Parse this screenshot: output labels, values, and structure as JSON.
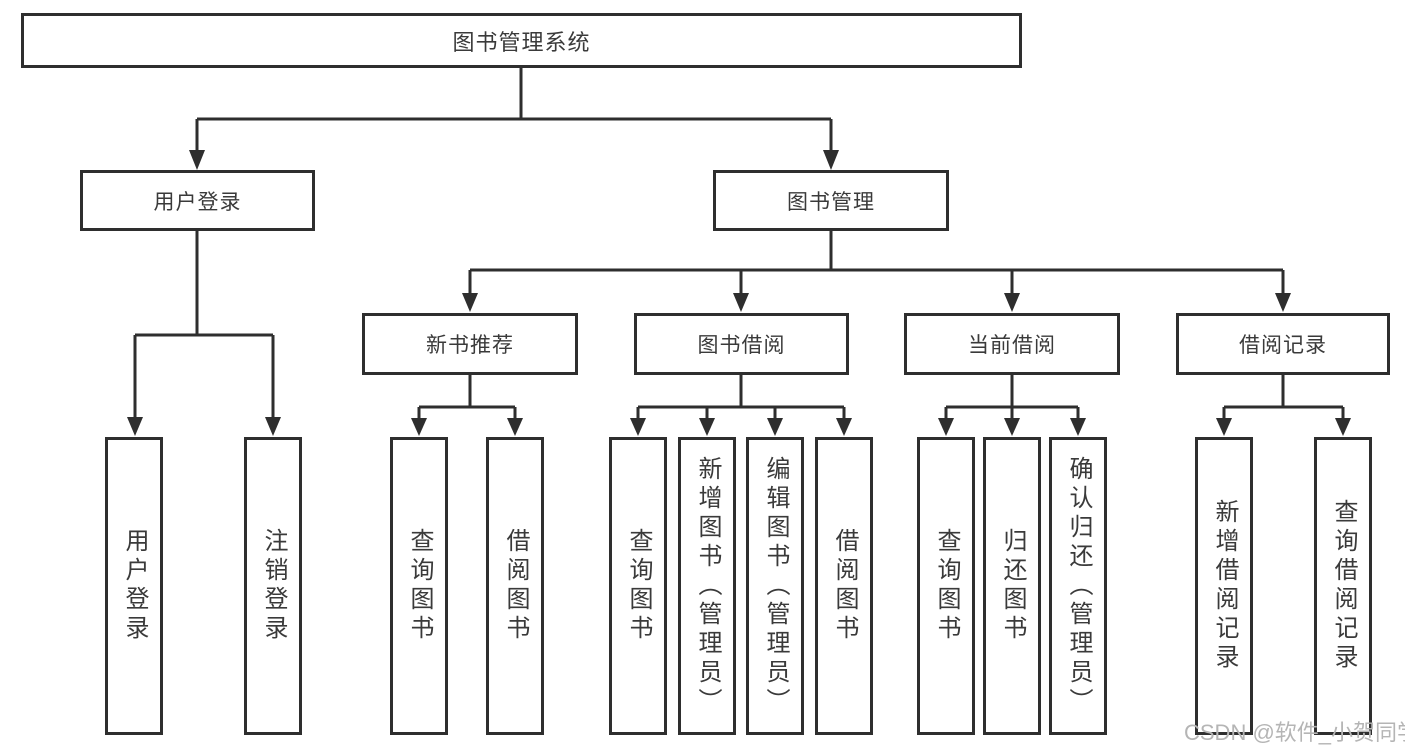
{
  "tree": {
    "root": "图书管理系统",
    "children": [
      {
        "label": "用户登录",
        "children": [
          {
            "label": "用户登录"
          },
          {
            "label": "注销登录"
          }
        ]
      },
      {
        "label": "图书管理",
        "children": [
          {
            "label": "新书推荐",
            "children": [
              {
                "label": "查询图书"
              },
              {
                "label": "借阅图书"
              }
            ]
          },
          {
            "label": "图书借阅",
            "children": [
              {
                "label": "查询图书"
              },
              {
                "label": "新增图书（管理员）"
              },
              {
                "label": "编辑图书（管理员）"
              },
              {
                "label": "借阅图书"
              }
            ]
          },
          {
            "label": "当前借阅",
            "children": [
              {
                "label": "查询图书"
              },
              {
                "label": "归还图书"
              },
              {
                "label": "确认归还（管理员）"
              }
            ]
          },
          {
            "label": "借阅记录",
            "children": [
              {
                "label": "新增借阅记录"
              },
              {
                "label": "查询借阅记录"
              }
            ]
          }
        ]
      }
    ]
  },
  "watermark": {
    "text": "CSDN @软件_小贺同学"
  },
  "colors": {
    "line": "#2e2e2e",
    "text": "#3a3a3a",
    "background": "#ffffff",
    "watermark": "#b5b5b5"
  }
}
